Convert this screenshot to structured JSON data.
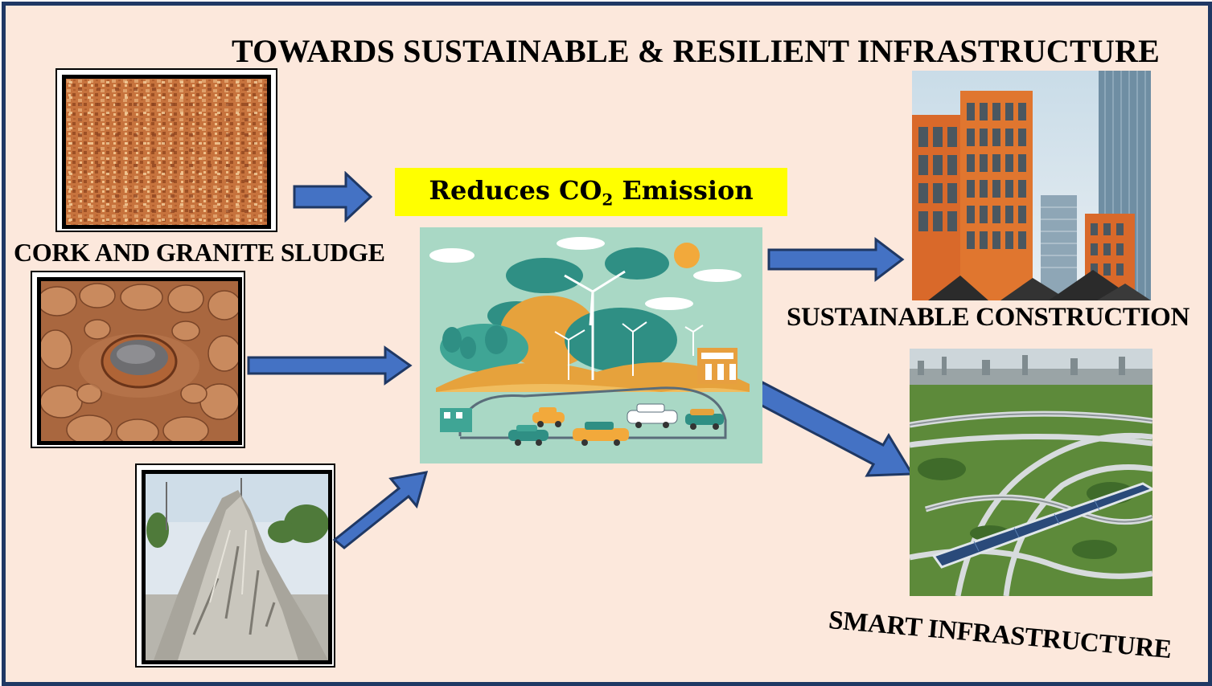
{
  "title": "TOWARDS SUSTAINABLE & RESILIENT INFRASTRUCTURE",
  "central_label": {
    "prefix": "Reduces CO",
    "subscript": "2",
    "suffix": " Emission"
  },
  "inputs": {
    "cork_granite_label": "CORK AND GRANITE SLUDGE"
  },
  "outputs": {
    "sustainable_label": "SUSTAINABLE CONSTRUCTION",
    "smart_label": "SMART INFRASTRUCTURE"
  },
  "colors": {
    "background": "#fce8dc",
    "border": "#1f3864",
    "arrow_fill": "#4472c4",
    "arrow_stroke": "#1f3864",
    "highlight": "#ffff00"
  },
  "icons": {
    "arrow": "arrow-right-icon",
    "wind_turbine": "wind-turbine-icon",
    "car": "car-icon"
  }
}
